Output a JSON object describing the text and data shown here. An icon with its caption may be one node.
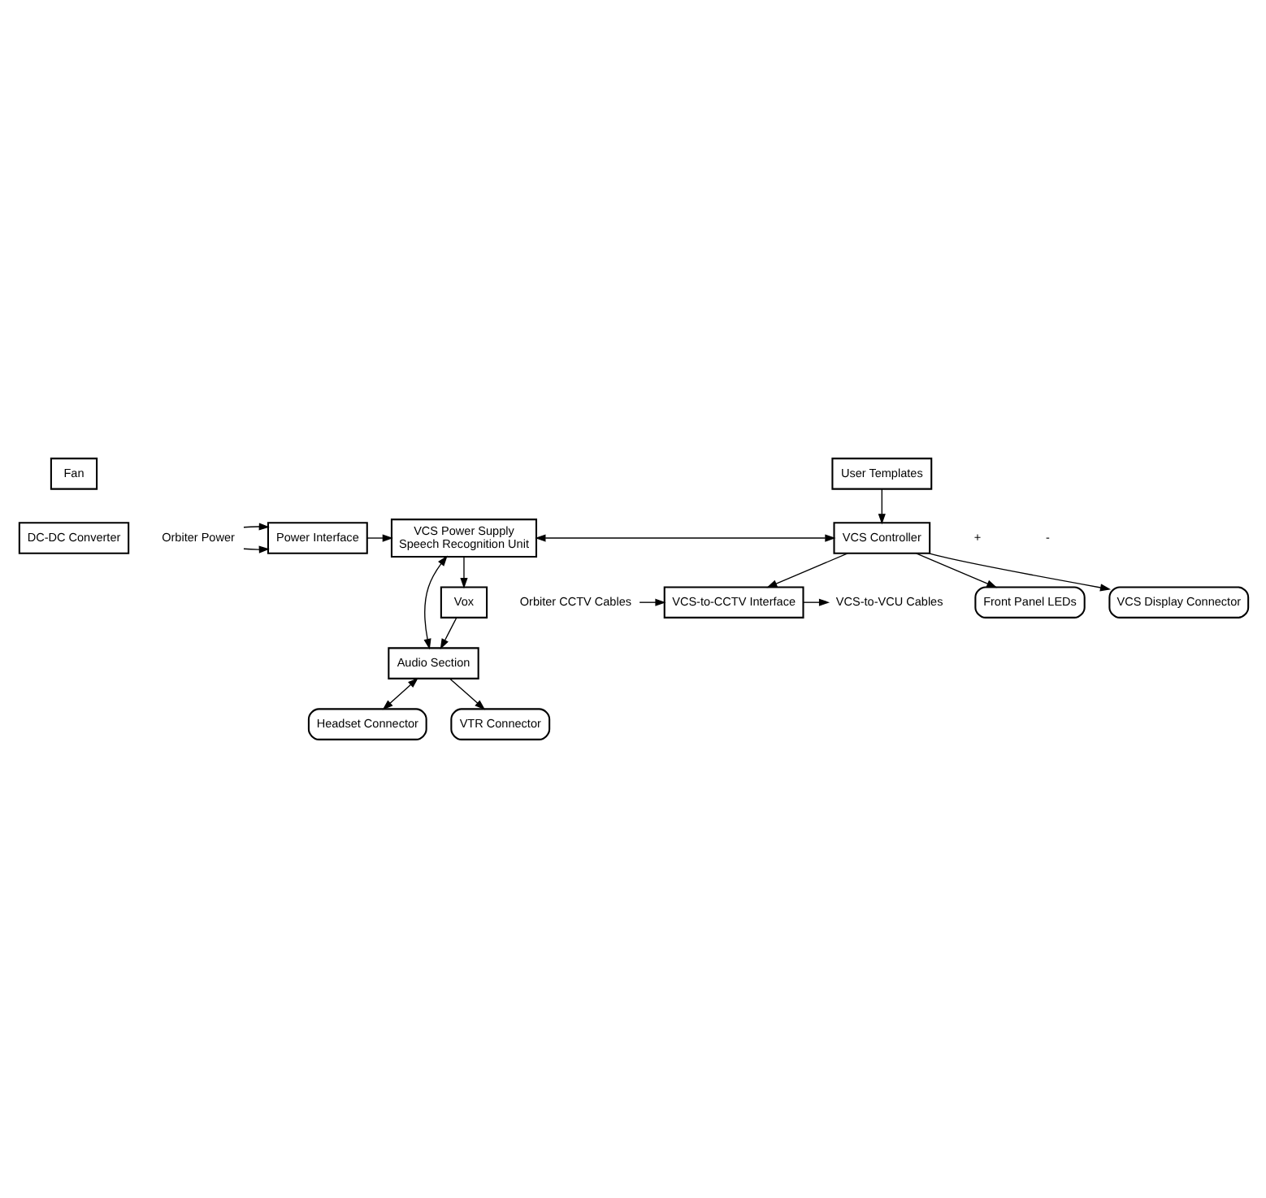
{
  "diagram": {
    "nodes": [
      {
        "text": [
          "Fan"
        ]
      },
      {
        "text": [
          "DC-DC Converter"
        ]
      },
      {
        "text": [
          "Orbiter Power"
        ]
      },
      {
        "text": [
          "Power Interface"
        ]
      },
      {
        "text": [
          "VCS Power Supply",
          "Speech Recognition Unit"
        ]
      },
      {
        "text": [
          "VCS-to-CCTV Interface"
        ]
      },
      {
        "text": [
          "Orbiter CCTV Cables"
        ]
      },
      {
        "text": [
          "VCS-to-VCU Cables"
        ]
      },
      {
        "text": [
          "VCS Controller"
        ]
      },
      {
        "text": [
          "Audio Section"
        ]
      },
      {
        "text": [
          "User Templates"
        ]
      },
      {
        "text": [
          "Headset Connector"
        ]
      },
      {
        "text": [
          "VTR Connector"
        ]
      },
      {
        "text": [
          "Vox"
        ]
      },
      {
        "text": [
          "Front Panel LEDs"
        ]
      },
      {
        "text": [
          "VCS Display Connector"
        ]
      }
    ],
    "edges": [
      {
        "from": 2,
        "to": 3,
        "arrow": "to"
      },
      {
        "from": 2,
        "to": 3,
        "arrow": "to"
      },
      {
        "from": 3,
        "to": 4,
        "arrow": "to"
      },
      {
        "from": 4,
        "to": 8,
        "arrow": "both"
      },
      {
        "from": 8,
        "to": 5,
        "arrow": "to"
      },
      {
        "from": 6,
        "to": 5,
        "arrow": "to"
      },
      {
        "from": 5,
        "to": 7,
        "arrow": "to"
      },
      {
        "from": 4,
        "to": 9,
        "arrow": "both"
      },
      {
        "from": 9,
        "to": 11,
        "arrow": "both"
      },
      {
        "from": 9,
        "to": 12,
        "arrow": "to"
      },
      {
        "from": 13,
        "to": 9,
        "arrow": "to"
      },
      {
        "from": 4,
        "to": 13,
        "arrow": "to"
      },
      {
        "from": 10,
        "to": 8,
        "arrow": "to"
      },
      {
        "from": 8,
        "to": 14,
        "arrow": "to"
      },
      {
        "from": 8,
        "to": 15,
        "arrow": "to"
      }
    ],
    "labels": [
      "+",
      "-"
    ]
  }
}
